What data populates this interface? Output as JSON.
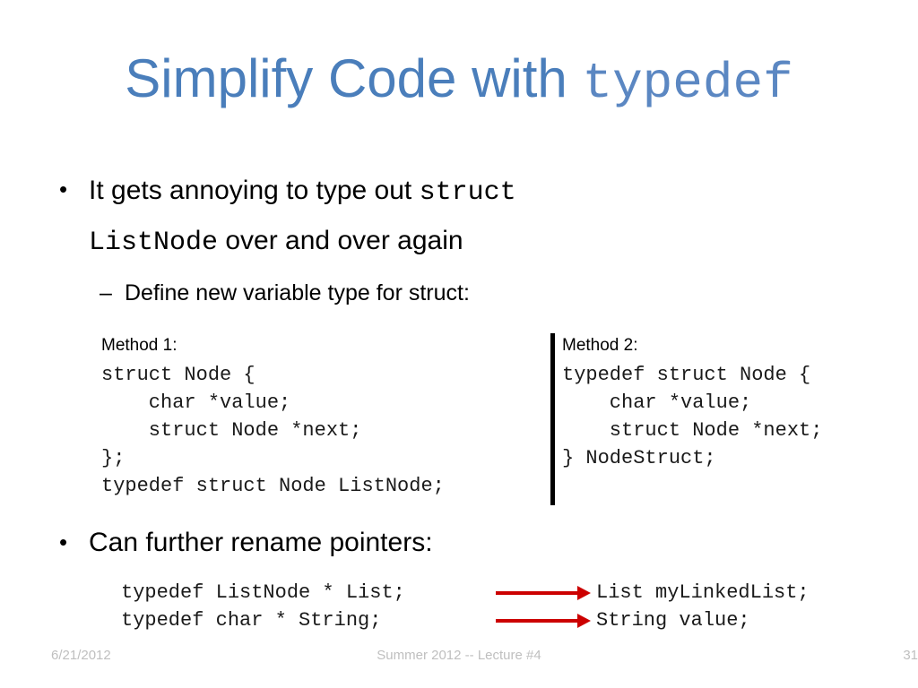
{
  "slide": {
    "title": {
      "text_plain": "Simplify Code with ",
      "text_mono": "typedef",
      "accent_color": "#4A7EBB"
    },
    "bullets": [
      {
        "marker": "•",
        "line1_a": "It gets annoying to type out ",
        "line1_mono": "struct",
        "line2_mono": "ListNode",
        "line2_b": " over and over again"
      },
      {
        "marker": "•",
        "text": "Can further rename pointers:"
      }
    ],
    "sub_bullet": {
      "marker": "–",
      "text": "Define new variable type for struct:"
    },
    "method1": {
      "label": "Method 1:",
      "code": "struct Node {\n    char *value;\n    struct Node *next;\n};\ntypedef struct Node ListNode;"
    },
    "method2": {
      "label": "Method 2:",
      "code": "typedef struct Node {\n    char *value;\n    struct Node *next;\n} NodeStruct;"
    },
    "rename": {
      "arrow_color": "#CC0000",
      "rows": [
        {
          "left": "typedef ListNode * List;",
          "right": "List myLinkedList;"
        },
        {
          "left": "typedef char * String;",
          "right": "String value;"
        }
      ]
    },
    "footer": {
      "date": "6/21/2012",
      "center": "Summer 2012 -- Lecture #4",
      "page": "31"
    }
  }
}
